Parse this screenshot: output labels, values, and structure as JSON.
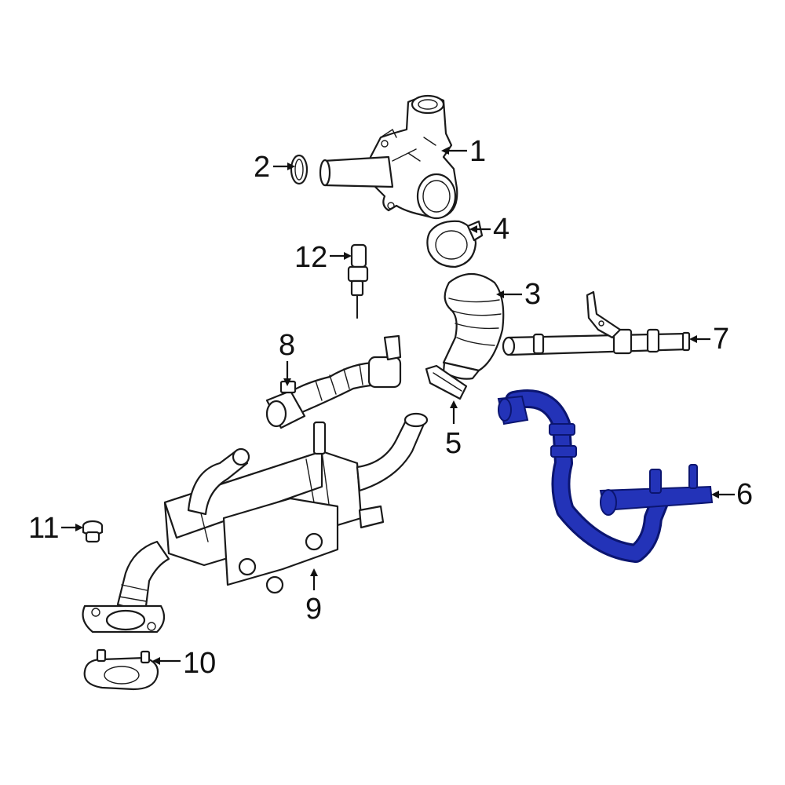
{
  "callouts": [
    {
      "id": "1",
      "label": "1"
    },
    {
      "id": "2",
      "label": "2"
    },
    {
      "id": "3",
      "label": "3"
    },
    {
      "id": "4",
      "label": "4"
    },
    {
      "id": "5",
      "label": "5"
    },
    {
      "id": "6",
      "label": "6"
    },
    {
      "id": "7",
      "label": "7"
    },
    {
      "id": "8",
      "label": "8"
    },
    {
      "id": "9",
      "label": "9"
    },
    {
      "id": "10",
      "label": "10"
    },
    {
      "id": "11",
      "label": "11"
    },
    {
      "id": "12",
      "label": "12"
    }
  ],
  "colors": {
    "highlight_fill": "#2333b8",
    "highlight_stroke": "#0b1570",
    "line": "#1a1a1a",
    "background": "#ffffff"
  },
  "highlighted_part": "6"
}
